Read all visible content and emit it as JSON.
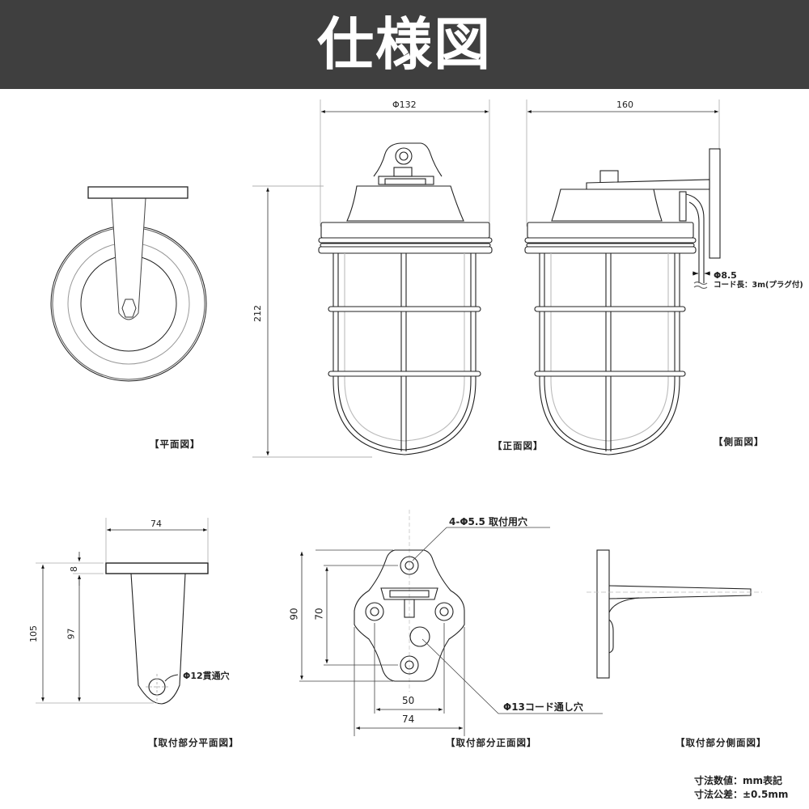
{
  "header": {
    "title": "仕様図",
    "background": "#3f3f3f",
    "text_color": "#ffffff"
  },
  "views": {
    "plan": {
      "caption": "【平面図】"
    },
    "front": {
      "caption": "【正面図】",
      "width_dim": "Φ132",
      "height_dim": "212"
    },
    "side": {
      "caption": "【側面図】",
      "depth_dim": "160",
      "cord_diameter": "Φ8.5",
      "cord_length": "コード長：3m(プラグ付)"
    },
    "mount_plan": {
      "caption": "【取付部分平面図】",
      "width_dim": "74",
      "plate_thickness": "8",
      "arm_length": "97",
      "total_length": "105",
      "hole_label": "Φ12貫通穴"
    },
    "mount_front": {
      "caption": "【取付部分正面図】",
      "hole_label": "4-Φ5.5 取付用穴",
      "cord_hole_label": "Φ13コード通し穴",
      "height_outer": "90",
      "height_inner": "70",
      "width_inner": "50",
      "width_outer": "74"
    },
    "mount_side": {
      "caption": "【取付部分側面図】"
    }
  },
  "notes": {
    "unit": "寸法数値：mm表記",
    "tolerance": "寸法公差：±0.5mm"
  }
}
